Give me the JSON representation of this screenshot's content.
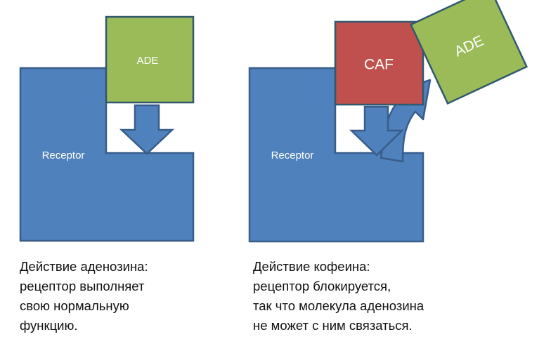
{
  "colors": {
    "receptor_fill": "#4F81BD",
    "receptor_stroke": "#385D8A",
    "arrow_fill": "#4F81BD",
    "arrow_stroke": "#385D8A",
    "adenosine_fill": "#9BBB59",
    "adenosine_stroke": "#31596E",
    "caffeine_fill": "#C0504D",
    "caffeine_stroke": "#31596E",
    "label_text": "#FFFFFF",
    "caption_text": "#111111",
    "background": "#FFFFFF"
  },
  "left_panel": {
    "receptor_label": "Receptor",
    "molecule_label": "ADE",
    "arrow_icon": "down-arrow-icon",
    "caption": "Действие аденозина:\nрецептор выполняет\nсвою нормальную\nфункцию.",
    "caption_lines": [
      "Действие аденозина:",
      "рецептор выполняет",
      "свою нормальную",
      "функцию."
    ]
  },
  "right_panel": {
    "receptor_label": "Receptor",
    "blocker_label": "CAF",
    "molecule_label": "ADE",
    "molecule_rotation_deg": -25,
    "down_arrow_icon": "down-arrow-icon",
    "curved_arrow_icon": "curved-up-arrow-icon",
    "caption": "Действие кофеина:\nрецептор блокируется,\nтак что молекула аденозина\nне может с ним связаться.",
    "caption_lines": [
      "Действие кофеина:",
      "рецептор блокируется,",
      "так что молекула аденозина",
      "не может с ним связаться."
    ]
  }
}
